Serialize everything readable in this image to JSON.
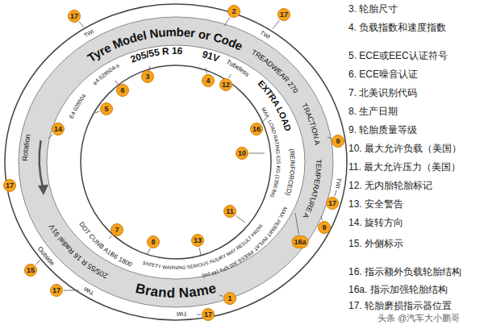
{
  "diagram": {
    "labels": [
      "Tyre Model Number or Code",
      "205/55 R 16",
      "91V",
      "Tubeless",
      "EXTRA LOAD",
      "TREADWEAR 270",
      "TRACTION A",
      "(REINFORCED)",
      "TEMPERATURE A",
      "MAX. LOAD RATING 615 KG (1356 lbs)",
      "MAX. PERMIT INFLAT. PRESS 300 kPa (44 psi)",
      "E4 028504",
      "e4 028504-s",
      "Rotation",
      "205/55 R 16 Radial 91V",
      "Outside",
      "DOT CUNB A1B6 1800",
      "SAFETY WARNING SERIOUS INJURY MAY RESULT FROM:",
      "Brand Name",
      "TWI",
      "TWI",
      "TWI",
      "TWI",
      "TWI",
      "17",
      "2",
      "17",
      "3",
      "4",
      "5",
      "6",
      "12",
      "16",
      "10",
      "9",
      "9",
      "17",
      "14",
      "17",
      "11",
      "16a",
      "15",
      "7",
      "8",
      "13",
      "1",
      "17",
      "17",
      "3. 轮胎尺寸",
      "4. 负载指数和速度指数",
      "5. ECE或EEC认证符号",
      "6. ECE噪音认证",
      "7. 北美识别代码",
      "8. 生产日期",
      "9. 轮胎质量等级",
      "10. 最大允许负载（美国）",
      "11. 最大允许压力（美国）",
      "12. 无内胎轮胎标记",
      "13. 安全警告",
      "14. 旋转方向",
      "15. 外侧标示",
      "16. 指示额外负载轮胎结构",
      "16a. 指示加强轮胎结构",
      "17. 轮胎磨损指示器位置",
      "头条 @汽车大小鹏哥"
    ]
  }
}
